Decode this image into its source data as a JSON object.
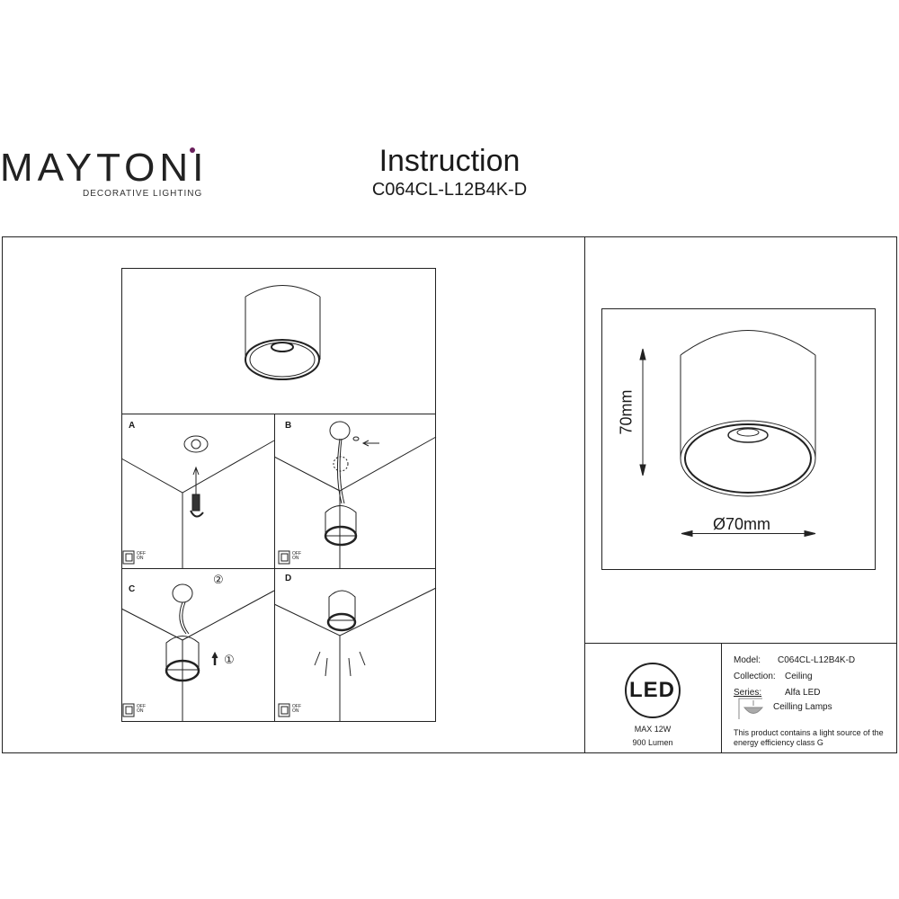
{
  "brand": {
    "name": "MAYTONI",
    "tagline": "DECORATIVE LIGHTING",
    "accent": "#6a1f5c"
  },
  "header": {
    "title": "Instruction",
    "model": "C064CL-L12B4K-D"
  },
  "steps": [
    {
      "label": "A"
    },
    {
      "label": "B"
    },
    {
      "label": "C"
    },
    {
      "label": "D"
    }
  ],
  "switch": {
    "off": "OFF",
    "on": "ON"
  },
  "step_c_markers": {
    "first": "①",
    "second": "②"
  },
  "dimensions": {
    "height": "70mm",
    "diameter": "Ø70mm"
  },
  "specs": {
    "led": "LED",
    "power": "MAX 12W",
    "lumen": "900 Lumen"
  },
  "info": {
    "model_label": "Model:",
    "model_value": "C064CL-L12B4K-D",
    "collection_label": "Collection:",
    "collection_value": "Ceiling",
    "series_label": "Series:",
    "series_value": "Alfa LED",
    "category": "Ceilling Lamps",
    "energy_note_1": "This product contains a light source of the",
    "energy_note_2": "energy efficiency class G"
  }
}
